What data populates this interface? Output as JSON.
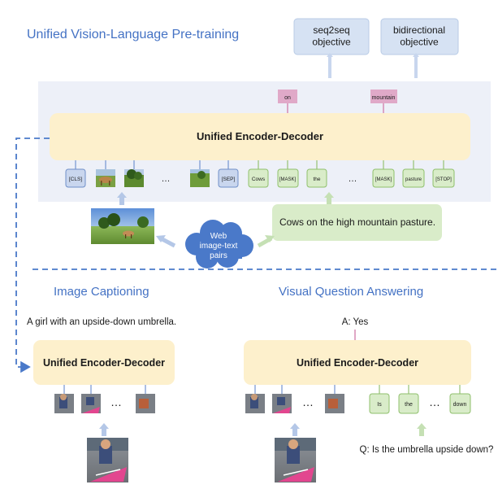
{
  "pretrain": {
    "title": "Unified Vision-Language Pre-training",
    "objectives": [
      "seq2seq\nobjective",
      "bidirectional\nobjective"
    ],
    "predicted_tokens": [
      "on",
      "mountain"
    ],
    "encoder_label": "Unified Encoder-Decoder",
    "tokens": [
      "[CLS]",
      "…",
      "[SEP]",
      "Cows",
      "[MASK]",
      "the",
      "…",
      "[MASK]",
      "pasture",
      "[STOP]"
    ],
    "caption": "Cows on the high mountain pasture.",
    "cloud_label": "Web\nimage-text\npairs"
  },
  "captioning": {
    "title": "Image Captioning",
    "output": "A girl with an upside-down umbrella.",
    "encoder_label": "Unified Encoder-Decoder",
    "ellipsis": "…"
  },
  "vqa": {
    "title": "Visual Question Answering",
    "answer": "A: Yes",
    "encoder_label": "Unified Encoder-Decoder",
    "ellipsis": [
      "…",
      "…"
    ],
    "question_tokens": [
      "Is",
      "the",
      "down"
    ],
    "question": "Q: Is the umbrella upside down?"
  },
  "colors": {
    "title_blue": "#4472c4",
    "panel": "#edf0f8",
    "encoder": "#fdf0cc",
    "token_blue": "#c9d6ee",
    "token_green": "#d9ecc9",
    "mask_pink": "#e0a9c8",
    "arrow_blue": "#b4c7e7",
    "arrow_green": "#c5e0b4",
    "cloud": "#4a79c9"
  }
}
